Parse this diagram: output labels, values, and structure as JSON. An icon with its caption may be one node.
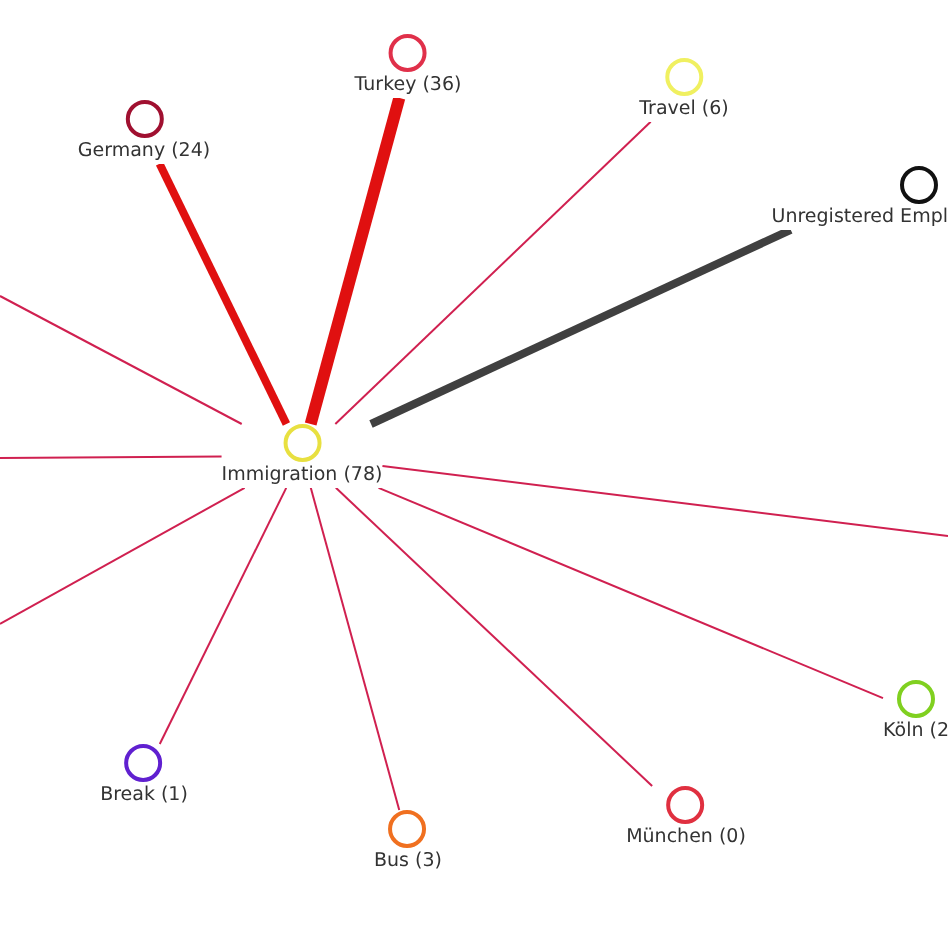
{
  "diagram": {
    "nodes": [
      {
        "text": [
          "Immigration (78)"
        ]
      },
      {
        "text": [
          "Germany (24)"
        ]
      },
      {
        "text": [
          "Turkey (36)"
        ]
      },
      {
        "text": [
          "Travel (6)"
        ]
      },
      {
        "text": [
          "Unregistered Empl"
        ]
      },
      {
        "text": [
          "Break (1)"
        ]
      },
      {
        "text": [
          "Bus (3)"
        ]
      },
      {
        "text": [
          "München (0)"
        ]
      },
      {
        "text": [
          "Köln (2"
        ]
      }
    ],
    "edges": [
      {
        "from": 0,
        "to": null,
        "arrow": "none"
      },
      {
        "from": 0,
        "to": 1,
        "arrow": "none",
        "style": "thick",
        "color": "#e01010"
      },
      {
        "from": 0,
        "to": 2,
        "arrow": "none",
        "style": "thick",
        "color": "#e01010"
      },
      {
        "from": 0,
        "to": 3,
        "arrow": "none"
      },
      {
        "from": 0,
        "to": 4,
        "arrow": "none",
        "style": "thick",
        "color": "#404040"
      },
      {
        "from": 0,
        "to": null,
        "arrow": "none"
      },
      {
        "from": 0,
        "to": null,
        "arrow": "none"
      },
      {
        "from": 0,
        "to": null,
        "arrow": "none"
      },
      {
        "from": 0,
        "to": 5,
        "arrow": "none"
      },
      {
        "from": 0,
        "to": 6,
        "arrow": "none"
      },
      {
        "from": 0,
        "to": 7,
        "arrow": "none"
      },
      {
        "from": 0,
        "to": 8,
        "arrow": "none"
      }
    ]
  }
}
